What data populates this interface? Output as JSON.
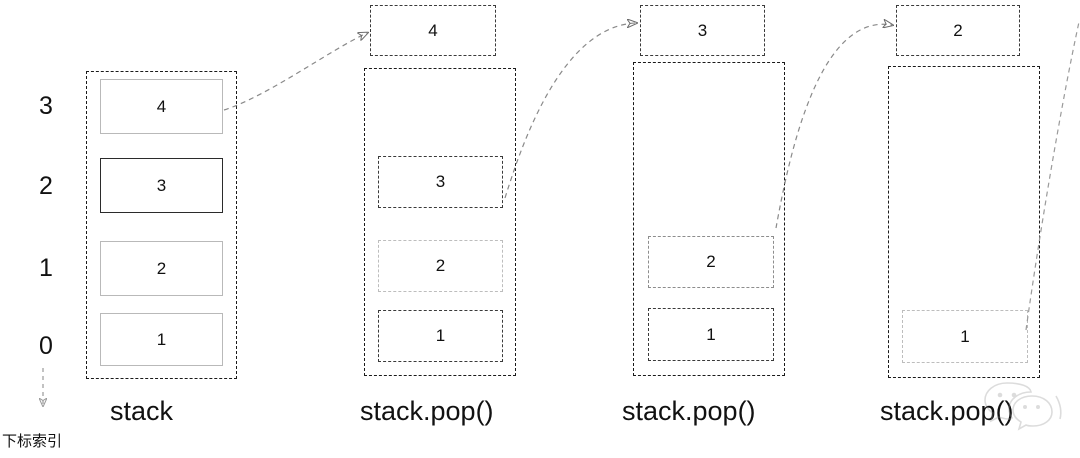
{
  "diagram": {
    "title": "stack pop sequence",
    "index_axis": {
      "label_cjk": "下标索引",
      "labels": [
        "3",
        "2",
        "1",
        "0"
      ],
      "arrow_name": "index-direction-arrow"
    },
    "colors": {
      "ink": "#111111",
      "dashed_dark": "#3a3a3a",
      "dashed_mid": "#8d8d8d",
      "dashed_light": "#bdbdbd",
      "solid_dark": "#2b2b2b",
      "solid_light": "#b9b9b9",
      "background": "#ffffff"
    },
    "stages": [
      {
        "id": "stage-1",
        "caption": "stack",
        "popped": null,
        "cells": [
          "4",
          "3",
          "2",
          "1"
        ]
      },
      {
        "id": "stage-2",
        "caption": "stack.pop()",
        "popped": "4",
        "cells": [
          "3",
          "2",
          "1"
        ]
      },
      {
        "id": "stage-3",
        "caption": "stack.pop()",
        "popped": "3",
        "cells": [
          "2",
          "1"
        ]
      },
      {
        "id": "stage-4",
        "caption": "stack.pop()",
        "popped": "2",
        "cells": [
          "1"
        ]
      }
    ],
    "arrows": [
      {
        "name": "pop-arrow-1",
        "from": "stage-1 top cell (4)",
        "to": "stage-2 popped box (4)"
      },
      {
        "name": "pop-arrow-2",
        "from": "stage-2 top cell (3)",
        "to": "stage-3 popped box (3)"
      },
      {
        "name": "pop-arrow-3",
        "from": "stage-3 top cell (2)",
        "to": "stage-4 popped box (2)"
      },
      {
        "name": "pop-arrow-4",
        "from": "stage-4 cell (1)",
        "to": "off-canvas right"
      }
    ],
    "watermark": "wechat-logo"
  }
}
